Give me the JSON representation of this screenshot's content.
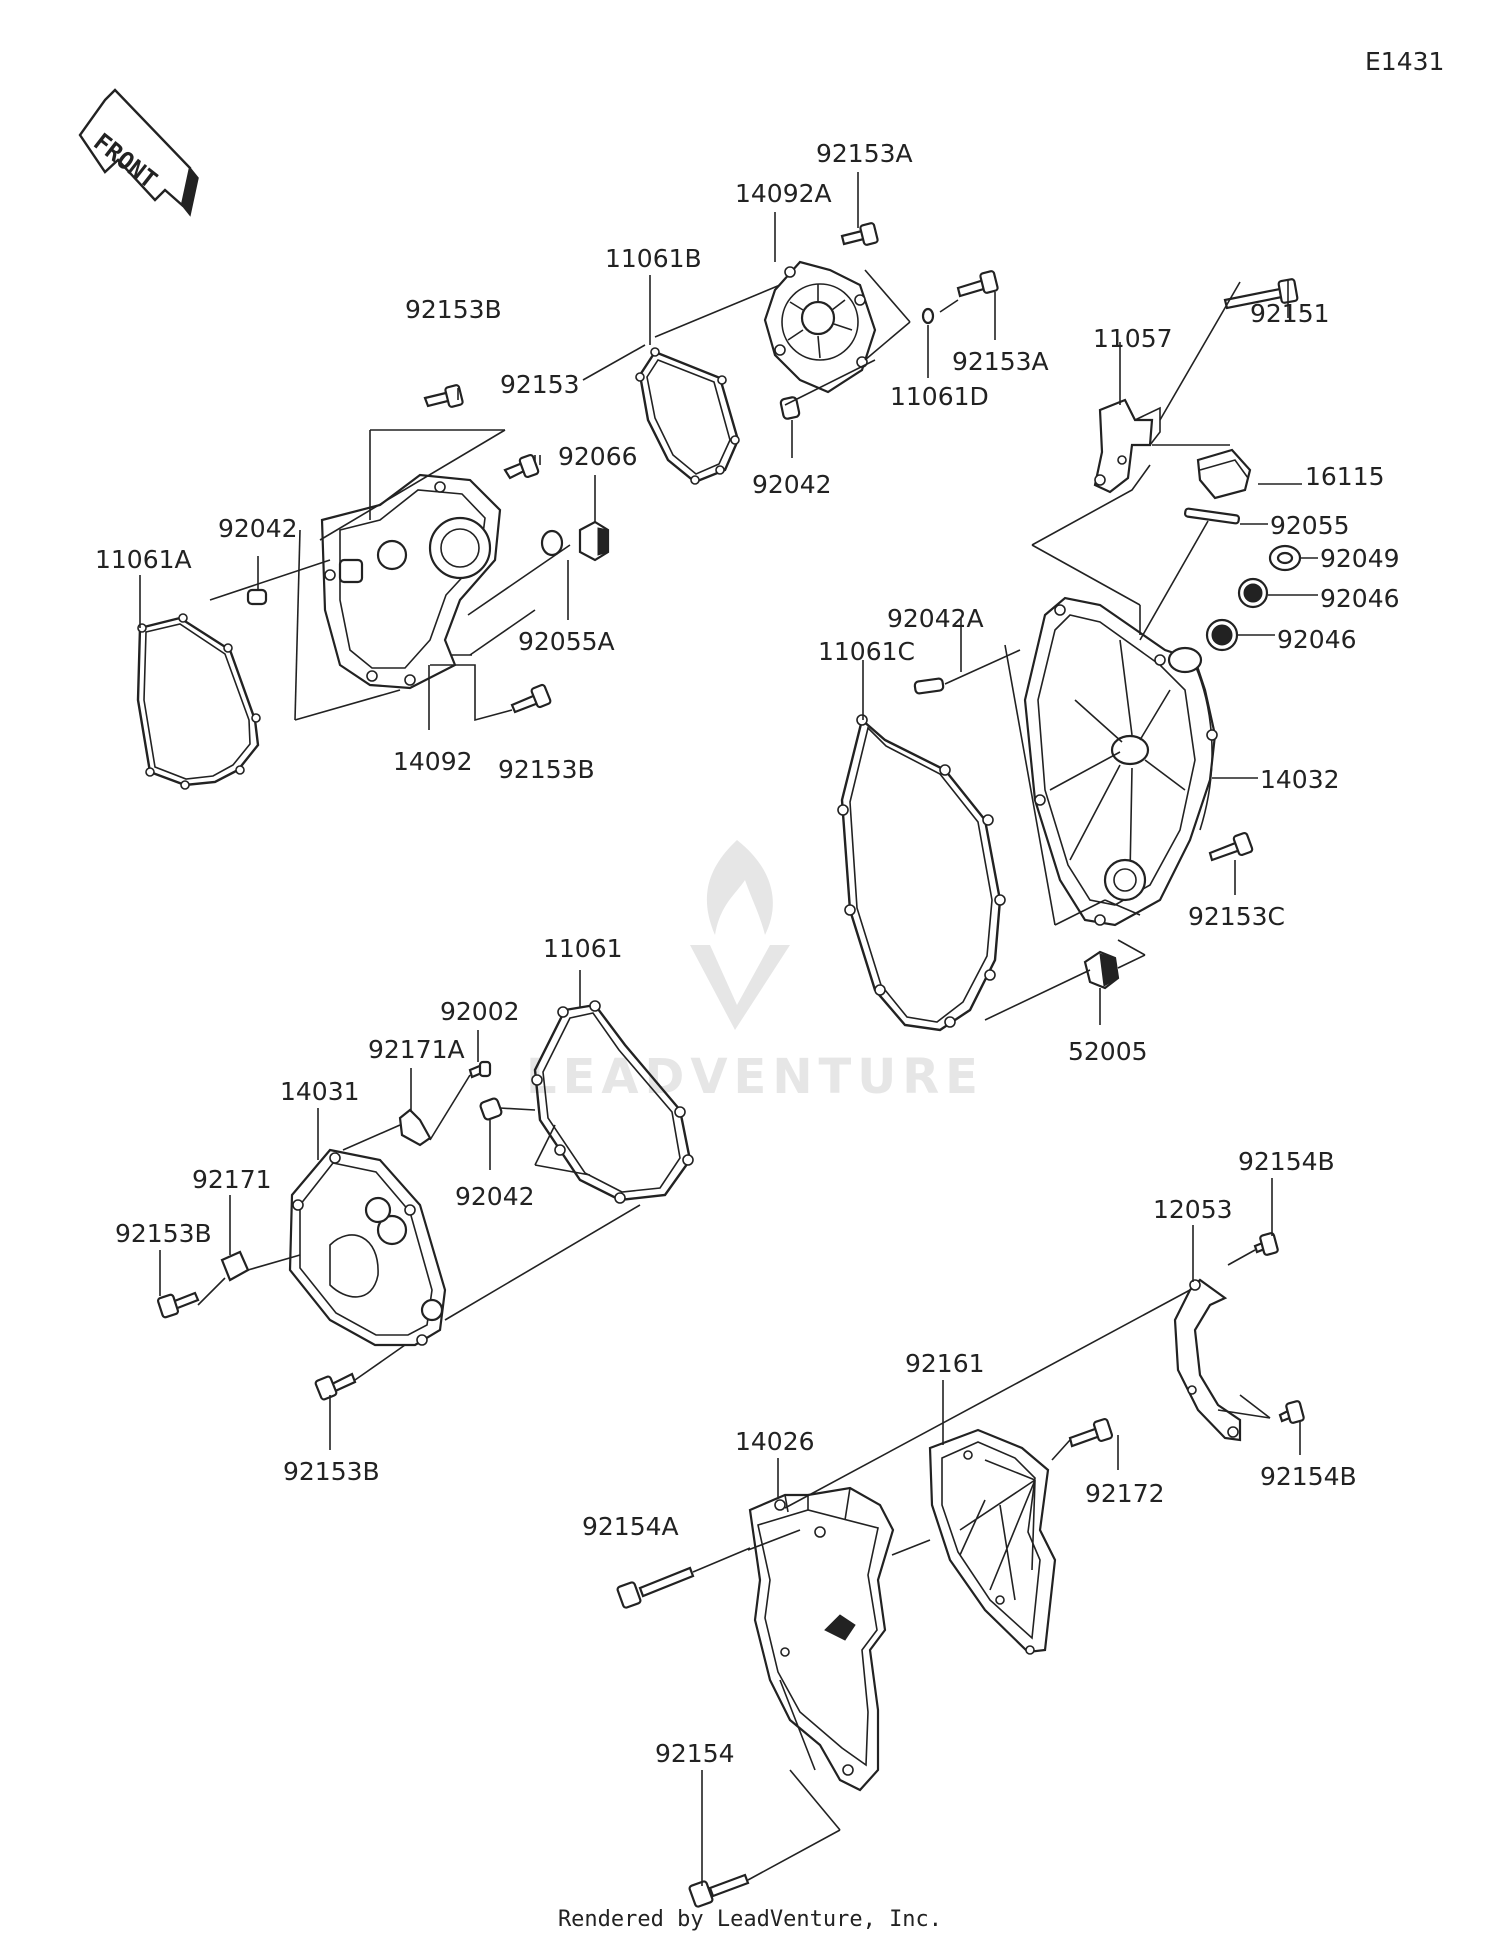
{
  "diagram_code": "E1431",
  "front_label": "FRONT",
  "watermark": "LEADVENTURE",
  "footer": "Rendered by LeadVenture, Inc.",
  "labels": {
    "p92153A_top": "92153A",
    "p14092A": "14092A",
    "p11061B": "11061B",
    "p92153B_top": "92153B",
    "p92153": "92153",
    "p92066": "92066",
    "p92153A_right": "92153A",
    "p11061D": "11061D",
    "p92042_top": "92042",
    "p11057": "11057",
    "p92151": "92151",
    "p16115": "16115",
    "p92055": "92055",
    "p92049": "92049",
    "p92046_a": "92046",
    "p92046_b": "92046",
    "p11061A": "11061A",
    "p92042_left": "92042",
    "p92055A": "92055A",
    "p14092": "14092",
    "p92153B_mid": "92153B",
    "p92042A": "92042A",
    "p11061C": "11061C",
    "p14032": "14032",
    "p92153C": "92153C",
    "p52005": "52005",
    "p11061": "11061",
    "p92002": "92002",
    "p92171A": "92171A",
    "p14031": "14031",
    "p92171": "92171",
    "p92153B_left": "92153B",
    "p92042_mid": "92042",
    "p92153B_bottom": "92153B",
    "p92154B_top": "92154B",
    "p12053": "12053",
    "p92161": "92161",
    "p14026": "14026",
    "p92154A": "92154A",
    "p92172": "92172",
    "p92154B_bottom": "92154B",
    "p92154": "92154"
  }
}
